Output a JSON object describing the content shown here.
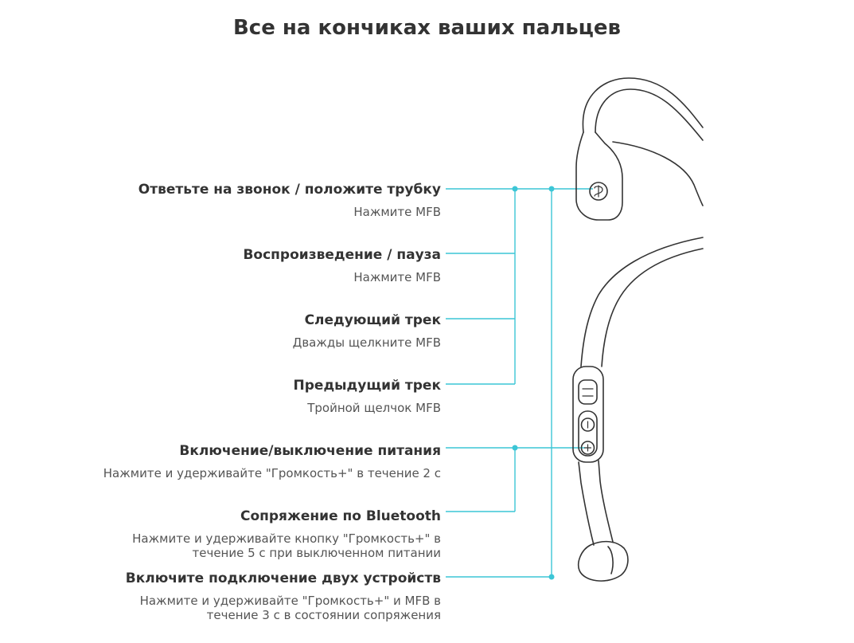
{
  "page": {
    "title": "Все на кончиках ваших пальцев"
  },
  "items": [
    {
      "title": "Ответьте на звонок / положите трубку",
      "desc": "Нажмите MFB"
    },
    {
      "title": "Воспроизведение / пауза",
      "desc": "Нажмите MFB"
    },
    {
      "title": "Следующий трек",
      "desc": "Дважды щелкните MFB"
    },
    {
      "title": "Предыдущий трек",
      "desc": "Тройной щелчок MFB"
    },
    {
      "title": "Включение/выключение питания",
      "desc": "Нажмите и удерживайте \"Громкость+\" в течение 2 с"
    },
    {
      "title": "Сопряжение по Bluetooth",
      "desc_line1": "Нажмите и удерживайте кнопку \"Громкость+\" в",
      "desc_line2": "течение 5 с при выключенном питании"
    },
    {
      "title": "Включите подключение двух устройств",
      "desc_line1": "Нажмите и удерживайте \"Громкость+\" и MFB в",
      "desc_line2": "течение 3 с в состоянии сопряжения"
    }
  ],
  "colors": {
    "accent": "#3cc6d6",
    "text": "#333333",
    "outline": "#333333"
  },
  "icons": [
    "mfb-button-icon",
    "mode-button-icon",
    "volume-minus-icon",
    "volume-plus-icon",
    "headphone-illustration"
  ]
}
